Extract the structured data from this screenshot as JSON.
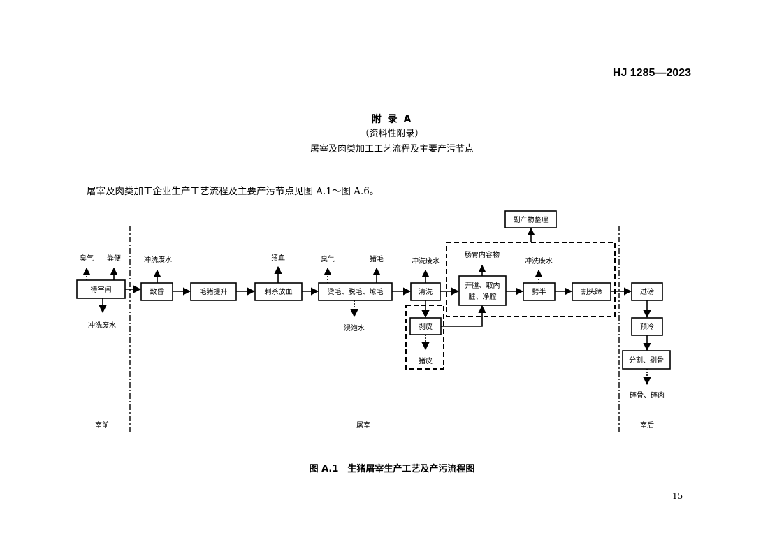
{
  "header": {
    "standard_number": "HJ 1285—2023"
  },
  "appendix": {
    "title": "附 录 A",
    "type": "（资料性附录）",
    "subtitle": "屠宰及肉类加工工艺流程及主要产污节点"
  },
  "intro_text": "屠宰及肉类加工企业生产工艺流程及主要产污节点见图 A.1～图 A.6。",
  "diagram": {
    "stages": {
      "pre": "宰前",
      "slaughter": "屠宰",
      "post": "宰后"
    },
    "steps": {
      "holding": "待宰间",
      "stunning": "致昏",
      "hoist": "毛猪提升",
      "sticking": "刺杀放血",
      "scald": "烫毛、脱毛、燎毛",
      "wash": "清洗",
      "skinning": "剥皮",
      "evisc_1": "开膛、取内",
      "evisc_2": "脏、净腔",
      "splitting": "劈半",
      "trimming": "割头蹄",
      "weighing": "过磅",
      "precool": "预冷",
      "cutting": "分割、剔骨",
      "byproduct": "副产物整理"
    },
    "outputs": {
      "odor_1": "臭气",
      "manure": "粪便",
      "washwater_holding": "冲洗废水",
      "washwater_stun": "冲洗废水",
      "blood": "猪血",
      "odor_2": "臭气",
      "hair": "猪毛",
      "soak_water": "浸泡水",
      "washwater_wash": "冲洗废水",
      "gut_contents": "肠胃内容物",
      "pigskin": "猪皮",
      "washwater_split": "冲洗废水",
      "bone_scraps": "碎骨、碎肉"
    }
  },
  "figure_caption": "图 A.1　生猪屠宰生产工艺及产污流程图",
  "page_number": "15"
}
